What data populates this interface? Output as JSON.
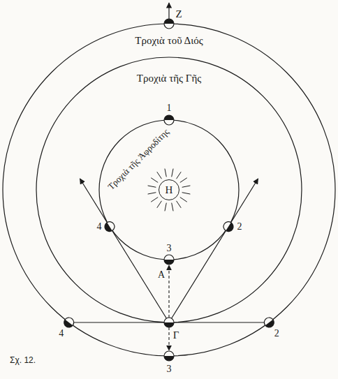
{
  "diagram": {
    "caption": "Σχ. 12.",
    "nodes": [
      {
        "text": [
          "Η"
        ]
      }
    ],
    "labels": [
      "Ζ",
      "1",
      "4",
      "2",
      "3",
      "Α",
      "Γ",
      "4",
      "2",
      "3",
      "Τροχιὰ τοῦ Διός",
      "Τροχιὰ τῆς Γῆς",
      "Τροχιὰ τῆς Ἀφροδίτης"
    ]
  }
}
